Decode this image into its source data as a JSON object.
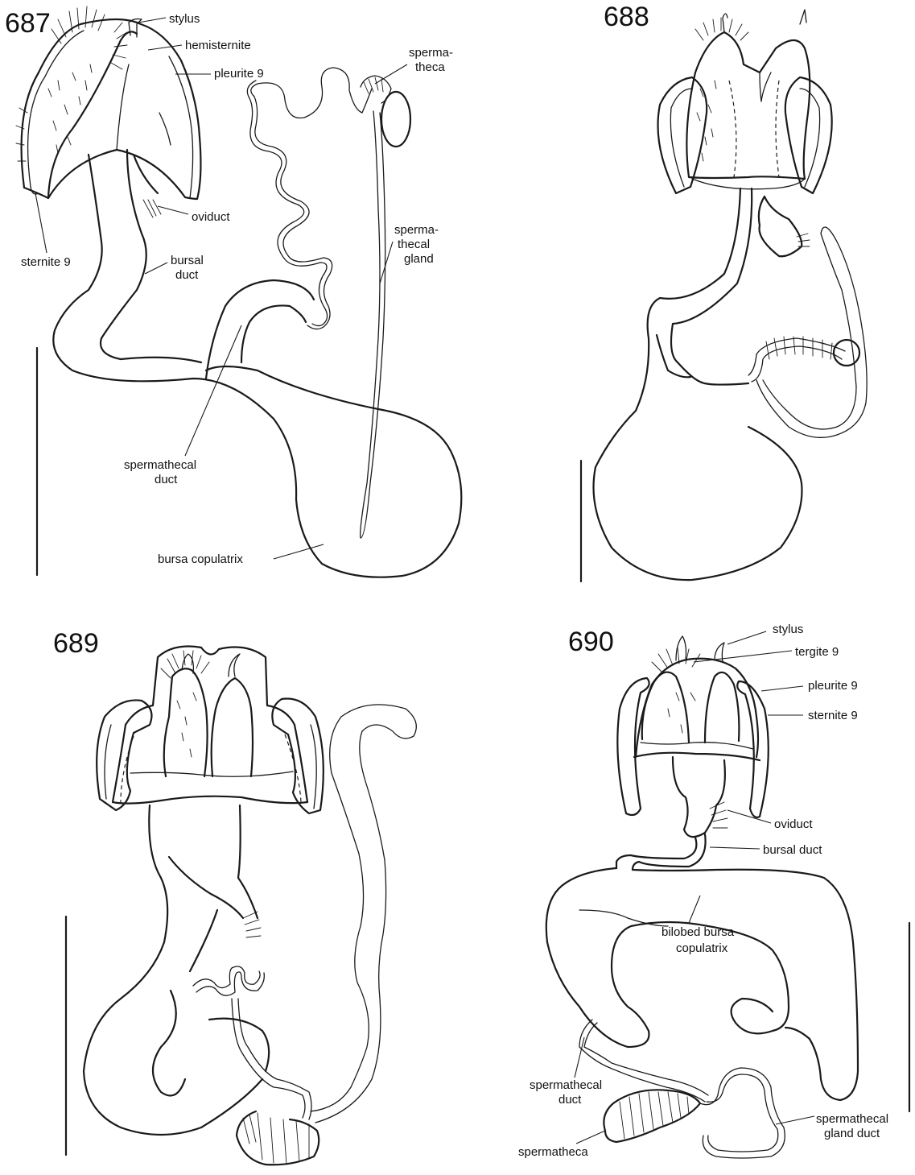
{
  "figures": [
    {
      "number": "687",
      "labels": {
        "stylus": "stylus",
        "hemisternite": "hemisternite",
        "pleurite": "pleurite 9",
        "spermatheca": [
          "sperma-",
          "theca"
        ],
        "oviduct": "oviduct",
        "sternite": "sternite 9",
        "bursal_duct": [
          "bursal",
          "duct"
        ],
        "gland": [
          "sperma-",
          "thecal",
          "gland"
        ],
        "sperm_duct": [
          "spermathecal",
          "duct"
        ],
        "bursa": "bursa copulatrix"
      }
    },
    {
      "number": "688",
      "labels": {}
    },
    {
      "number": "689",
      "labels": {}
    },
    {
      "number": "690",
      "labels": {
        "stylus": "stylus",
        "tergite": "tergite 9",
        "pleurite": "pleurite 9",
        "sternite": "sternite 9",
        "oviduct": "oviduct",
        "bursal_duct": "bursal duct",
        "bursa": [
          "bilobed bursa",
          "copulatrix"
        ],
        "sperm_duct": [
          "spermathecal",
          "duct"
        ],
        "spermatheca": "spermatheca",
        "gland_duct": [
          "spermathecal",
          "gland duct"
        ]
      }
    }
  ]
}
